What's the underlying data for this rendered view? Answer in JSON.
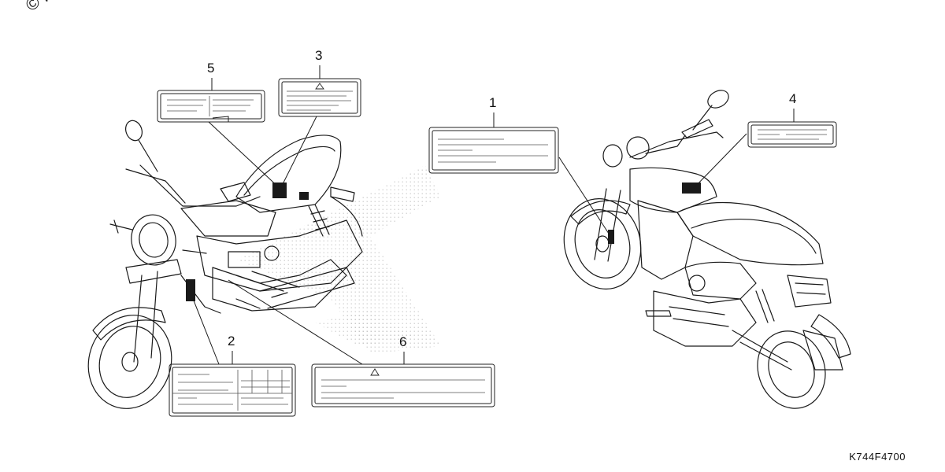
{
  "copyright_text": "© Par",
  "drawing_code": "K744F4700",
  "callouts": {
    "c1": "1",
    "c2": "2",
    "c3": "3",
    "c4": "4",
    "c5": "5",
    "c6": "6"
  },
  "colors": {
    "line": "#1a1a1a",
    "label_border": "#222222",
    "stipple": "#bdbdbd"
  },
  "icons": {
    "warning": "warning-triangle-icon"
  }
}
